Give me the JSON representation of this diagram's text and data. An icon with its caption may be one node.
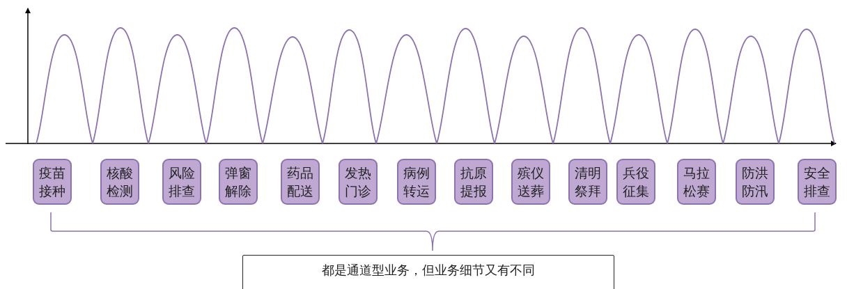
{
  "diagram": {
    "nodes": [
      {
        "text": [
          "疫苗接种"
        ]
      },
      {
        "text": [
          "核酸检测"
        ]
      },
      {
        "text": [
          "风险排查"
        ]
      },
      {
        "text": [
          "弹窗解除"
        ]
      },
      {
        "text": [
          "药品配送"
        ]
      },
      {
        "text": [
          "发热门诊"
        ]
      },
      {
        "text": [
          "病例转运"
        ]
      },
      {
        "text": [
          "抗原提报"
        ]
      },
      {
        "text": [
          "殡仪送葬"
        ]
      },
      {
        "text": [
          "清明祭拜"
        ]
      },
      {
        "text": [
          "兵役征集"
        ]
      },
      {
        "text": [
          "马拉松赛"
        ]
      },
      {
        "text": [
          "防洪防汛"
        ]
      },
      {
        "text": [
          "安全排查"
        ]
      },
      {
        "text": [
          "都是通道型业务，但业务细节又有不同"
        ]
      }
    ],
    "edges": []
  }
}
